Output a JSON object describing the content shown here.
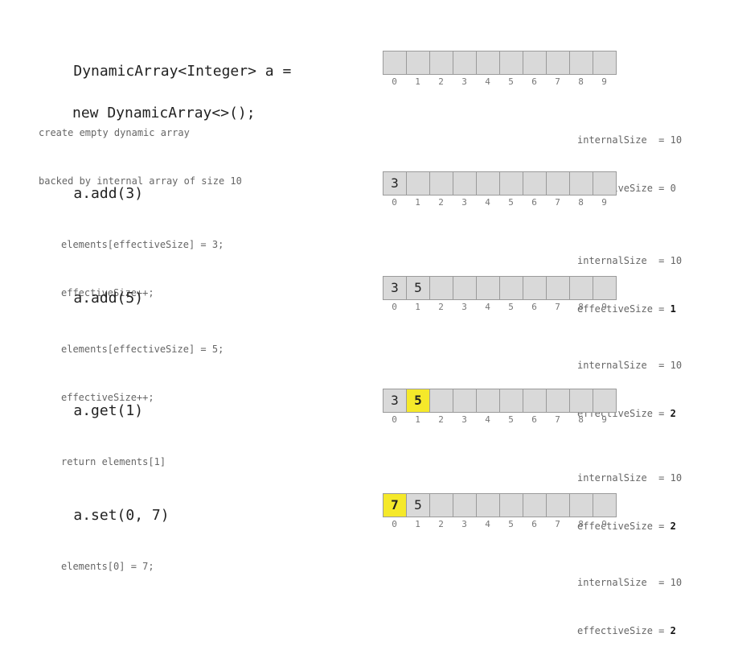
{
  "steps": [
    {
      "heading": [
        "DynamicArray<Integer> a =",
        "new DynamicArray<>();"
      ],
      "notes": [
        "create empty dynamic array",
        "backed by internal array of size 10"
      ],
      "cells": [
        "",
        "",
        "",
        "",
        "",
        "",
        "",
        "",
        "",
        ""
      ],
      "highlight": -1,
      "internal_label": "internalSize  = ",
      "internal_value": "10",
      "effective_label": "effectiveSize = ",
      "effective_value": "0",
      "effective_bold": false
    },
    {
      "heading": [
        "a.add(3)"
      ],
      "code": [
        "elements[effectiveSize] = 3;",
        "effectiveSize++;"
      ],
      "cells": [
        "3",
        "",
        "",
        "",
        "",
        "",
        "",
        "",
        "",
        ""
      ],
      "highlight": -1,
      "internal_label": "internalSize  = ",
      "internal_value": "10",
      "effective_label": "effectiveSize = ",
      "effective_value": "1",
      "effective_bold": true
    },
    {
      "heading": [
        "a.add(5)"
      ],
      "code": [
        "elements[effectiveSize] = 5;",
        "effectiveSize++;"
      ],
      "cells": [
        "3",
        "5",
        "",
        "",
        "",
        "",
        "",
        "",
        "",
        ""
      ],
      "highlight": -1,
      "internal_label": "internalSize  = ",
      "internal_value": "10",
      "effective_label": "effectiveSize = ",
      "effective_value": "2",
      "effective_bold": true
    },
    {
      "heading": [
        "a.get(1)"
      ],
      "code": [
        "return elements[1]"
      ],
      "cells": [
        "3",
        "5",
        "",
        "",
        "",
        "",
        "",
        "",
        "",
        ""
      ],
      "highlight": 1,
      "internal_label": "internalSize  = ",
      "internal_value": "10",
      "effective_label": "effectiveSize = ",
      "effective_value": "2",
      "effective_bold": true
    },
    {
      "heading": [
        "a.set(0, 7)"
      ],
      "code": [
        "elements[0] = 7;"
      ],
      "cells": [
        "7",
        "5",
        "",
        "",
        "",
        "",
        "",
        "",
        "",
        ""
      ],
      "highlight": 0,
      "internal_label": "internalSize  = ",
      "internal_value": "10",
      "effective_label": "effectiveSize = ",
      "effective_value": "2",
      "effective_bold": true
    }
  ],
  "indices": [
    "0",
    "1",
    "2",
    "3",
    "4",
    "5",
    "6",
    "7",
    "8",
    "9"
  ],
  "colors": {
    "highlight": "#f5e92a",
    "cell_fill": "#d9d9d9",
    "cell_border": "#9a9a9a"
  }
}
